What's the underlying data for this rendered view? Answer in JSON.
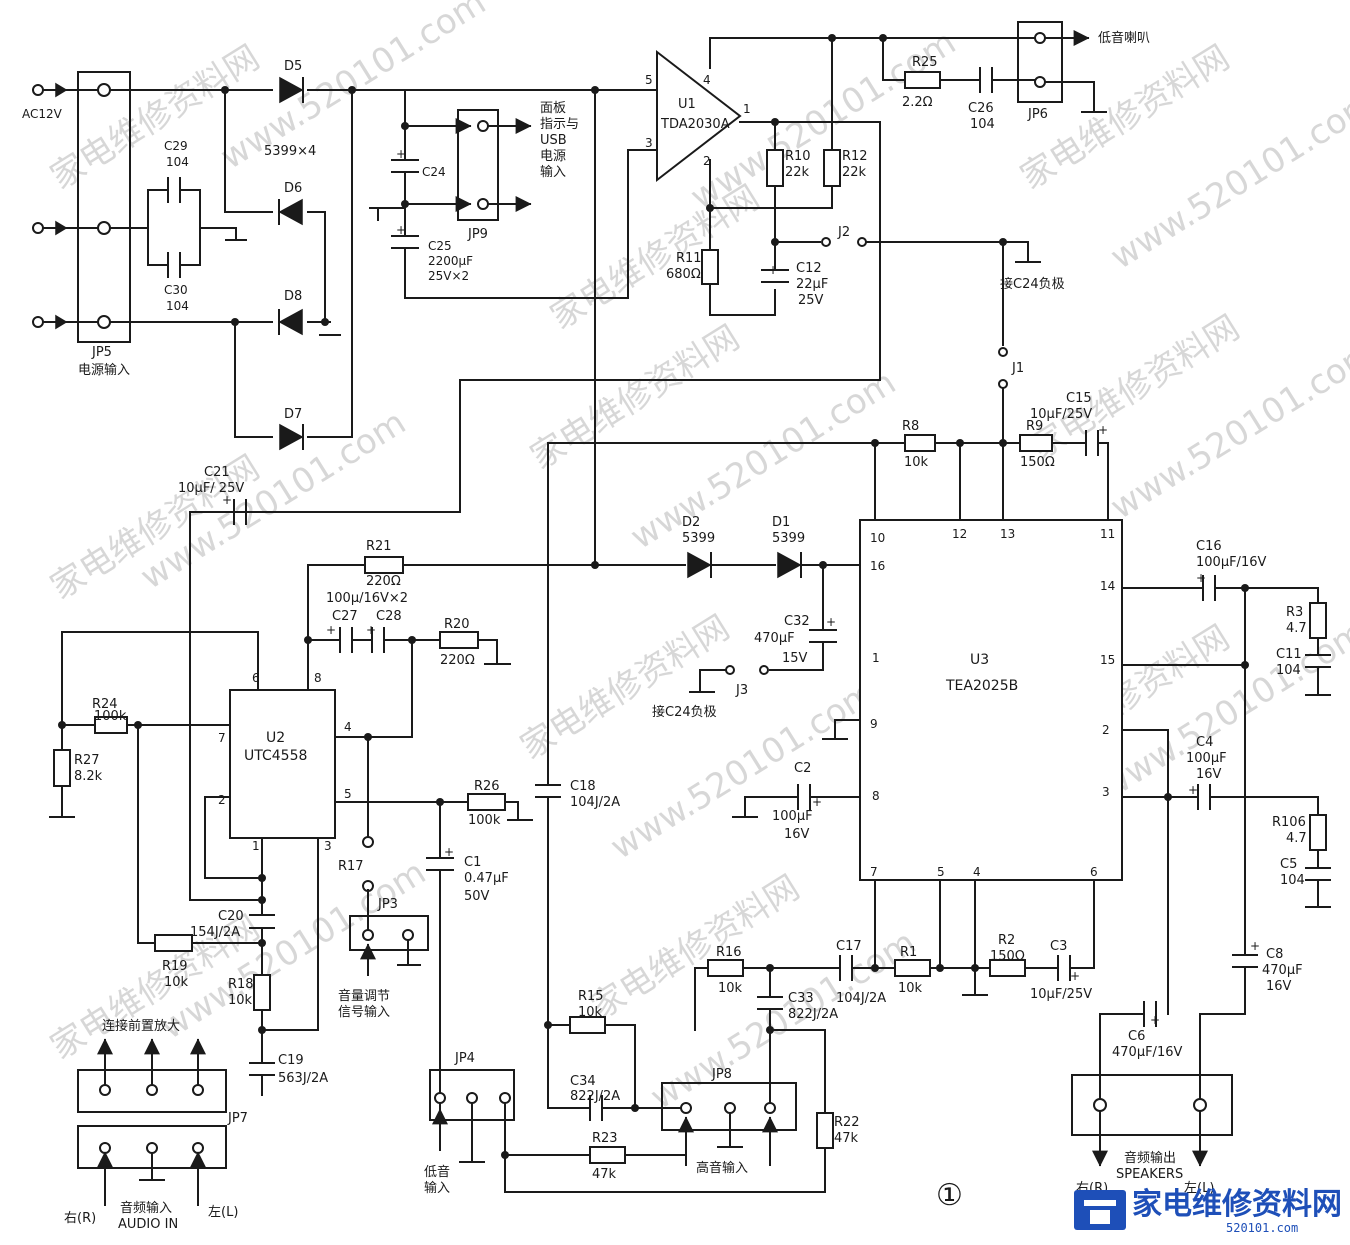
{
  "watermark": {
    "brand": "家电维修资料网",
    "site": "www.520101.com"
  },
  "figure_number": "①",
  "logo": {
    "text": "家电维修资料网",
    "sub": "520101.com"
  },
  "connectors": {
    "jp5": {
      "ref": "JP5",
      "title": "电源输入",
      "input": "AC12V"
    },
    "jp9": {
      "ref": "JP9",
      "note": "面板\n指示与\nUSB\n电源\n输入"
    },
    "jp6": {
      "ref": "JP6",
      "note": "低音喇叭"
    },
    "jp3": {
      "ref": "JP3",
      "note": "音量调节\n信号输入"
    },
    "jp4": {
      "ref": "JP4",
      "note": "低音\n输入"
    },
    "jp8": {
      "ref": "JP8",
      "note": "高音输入"
    },
    "jp7": {
      "ref": "JP7",
      "top": "连接前置放大",
      "bottom": "音频输入",
      "bottom_en": "AUDIO IN",
      "right": "右(R)",
      "left": "左(L)"
    },
    "speakers": {
      "title": "音频输出",
      "title_en": "SPEAKERS",
      "right": "右(R)",
      "left": "左(L)"
    }
  },
  "ics": {
    "u1": {
      "ref": "U1",
      "part": "TDA2030A"
    },
    "u2": {
      "ref": "U2",
      "part": "UTC4558"
    },
    "u3": {
      "ref": "U3",
      "part": "TEA2025B"
    }
  },
  "components": {
    "d5": "D5",
    "d6": "D6",
    "d7": "D7",
    "d8": "D8",
    "diodes": "5399×4",
    "c29": [
      "C29",
      "104"
    ],
    "c30": [
      "C30",
      "104"
    ],
    "c24": "C24",
    "c25": [
      "C25",
      "2200μF",
      "25V×2"
    ],
    "r25": [
      "R25",
      "2.2Ω"
    ],
    "c26": [
      "C26",
      "104"
    ],
    "r10": [
      "R10",
      "22k"
    ],
    "r12": [
      "R12",
      "22k"
    ],
    "r11": [
      "R11",
      "680Ω"
    ],
    "c12": [
      "C12",
      "22μF",
      "25V"
    ],
    "j2": "J2",
    "j2note": "接C24负极",
    "j1": "J1",
    "r8": [
      "R8",
      "10k"
    ],
    "r9": [
      "R9",
      "150Ω"
    ],
    "c15": [
      "C15",
      "10μF/25V"
    ],
    "c21": [
      "C21",
      "10μF/ 25V"
    ],
    "r21": [
      "R21",
      "220Ω"
    ],
    "d2": [
      "D2",
      "5399"
    ],
    "d1": [
      "D1",
      "5399"
    ],
    "c27c28": [
      "C27",
      "C28",
      "100μ/16V×2"
    ],
    "r20": [
      "R20",
      "220Ω"
    ],
    "c32": [
      "C32",
      "470μF",
      "15V"
    ],
    "j3": "J3",
    "j3note": "接C24负极",
    "r24": [
      "R24",
      "100k"
    ],
    "r27": [
      "R27",
      "8.2k"
    ],
    "r26": [
      "R26",
      "100k"
    ],
    "c18": [
      "C18",
      "104J/2A"
    ],
    "r17": "R17",
    "c1": [
      "C1",
      "0.47μF",
      "50V"
    ],
    "c2": [
      "C2",
      "100μF",
      "16V"
    ],
    "c20": [
      "C20",
      "154J/2A"
    ],
    "r19": [
      "R19",
      "10k"
    ],
    "r18": [
      "R18",
      "10k"
    ],
    "c19": [
      "C19",
      "563J/2A"
    ],
    "r16": [
      "R16",
      "10k"
    ],
    "c33": [
      "C33",
      "822J/2A"
    ],
    "c17": [
      "C17",
      "104J/2A"
    ],
    "r1": [
      "R1",
      "10k"
    ],
    "r2": [
      "R2",
      "150Ω"
    ],
    "c3": [
      "C3",
      "10μF/25V"
    ],
    "r15": [
      "R15",
      "10k"
    ],
    "c34": [
      "C34",
      "822J/2A"
    ],
    "r23": [
      "R23",
      "47k"
    ],
    "r22": [
      "R22",
      "47k"
    ],
    "c16": [
      "C16",
      "100μF/16V"
    ],
    "r3": [
      "R3",
      "4.7"
    ],
    "c11": [
      "C11",
      "104"
    ],
    "c4": [
      "C4",
      "100μF",
      "16V"
    ],
    "r106": [
      "R106",
      "4.7"
    ],
    "c5": [
      "C5",
      "104"
    ],
    "c8": [
      "C8",
      "470μF",
      "16V"
    ],
    "c6": [
      "C6",
      "470μF/16V"
    ]
  }
}
